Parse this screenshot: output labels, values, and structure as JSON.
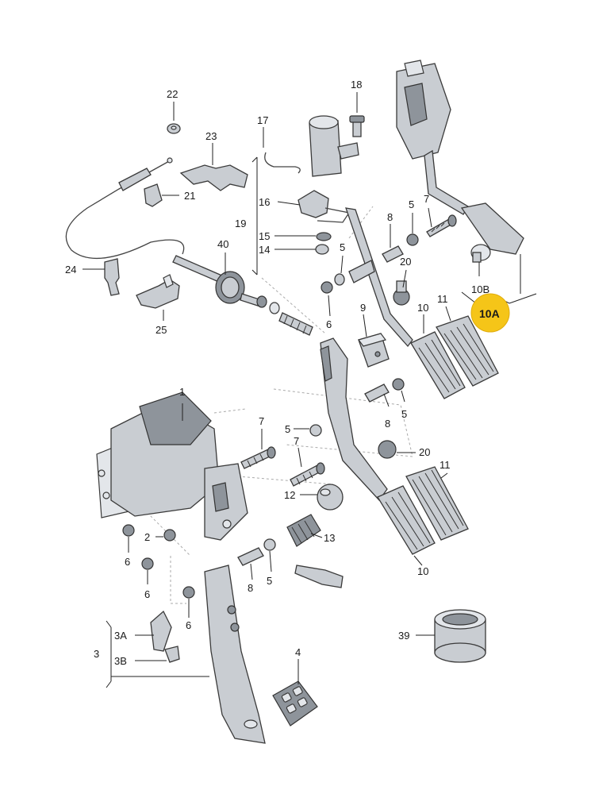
{
  "labels": {
    "l1": "1",
    "l2": "2",
    "l3": "3",
    "l3A": "3A",
    "l3B": "3B",
    "l4": "4",
    "l5a": "5",
    "l5b": "5",
    "l5c": "5",
    "l5d": "5",
    "l5e": "5",
    "l6a": "6",
    "l6b": "6",
    "l6c": "6",
    "l6d": "6",
    "l7a": "7",
    "l7b": "7",
    "l7c": "7",
    "l8a": "8",
    "l8b": "8",
    "l8c": "8",
    "l9": "9",
    "l10a": "10",
    "l10b": "10",
    "l10A": "10A",
    "l10B": "10B",
    "l11a": "11",
    "l11b": "11",
    "l12": "12",
    "l13": "13",
    "l14": "14",
    "l15": "15",
    "l16": "16",
    "l17": "17",
    "l18": "18",
    "l19": "19",
    "l20a": "20",
    "l20b": "20",
    "l21": "21",
    "l22": "22",
    "l23": "23",
    "l24": "24",
    "l25": "25",
    "l39": "39",
    "l40": "40"
  },
  "colors": {
    "highlight": "#f5c518",
    "part": "#c9cdd2",
    "part_dark": "#8e949b",
    "outline": "#3a3a3a"
  }
}
